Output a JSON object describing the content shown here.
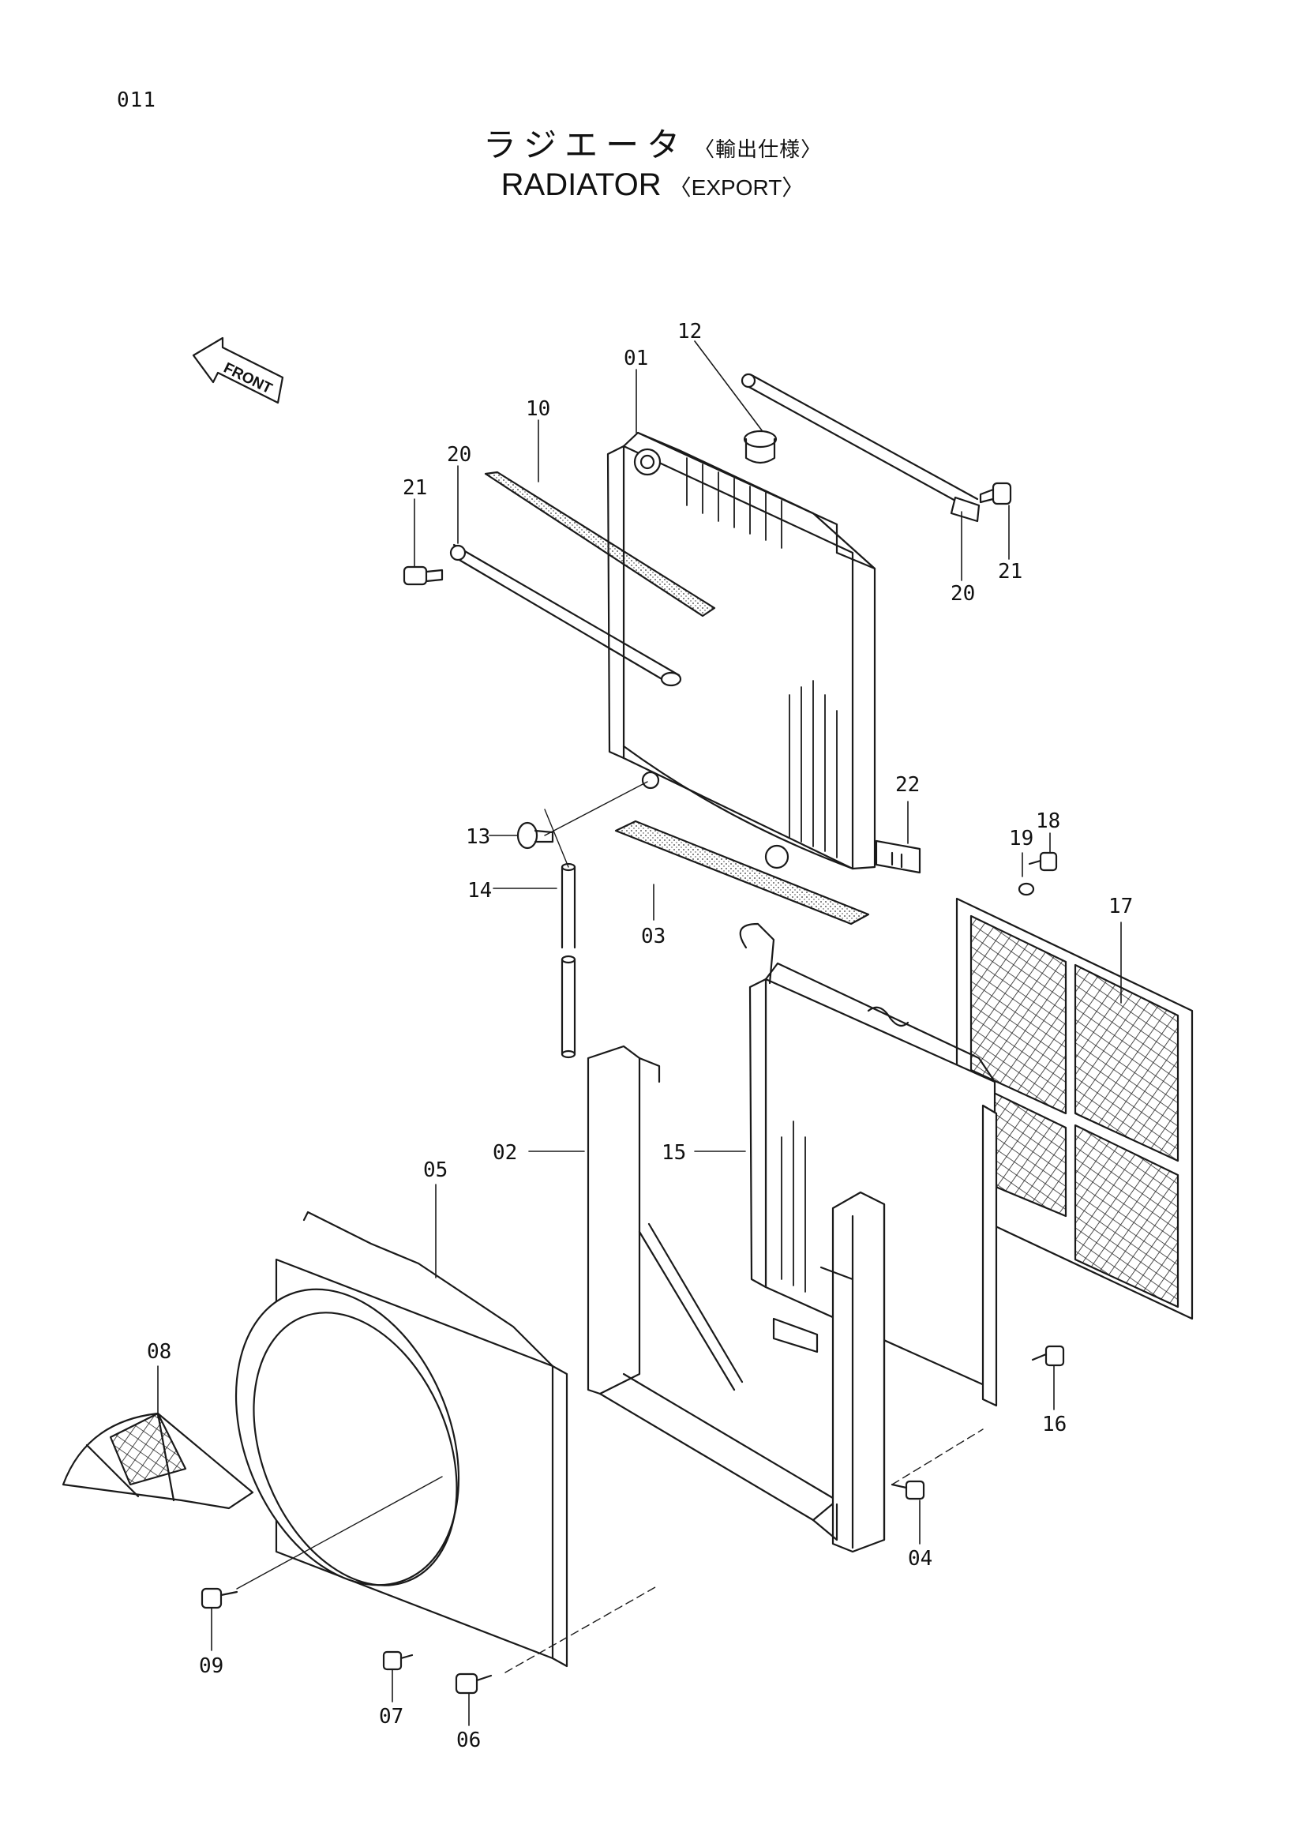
{
  "page_number": "011",
  "title": {
    "ja_main": "ラジエータ",
    "ja_sub": "〈輸出仕様〉",
    "en_main": "RADIATOR",
    "en_sub": "〈EXPORT〉"
  },
  "front_arrow_label": "FRONT",
  "callouts": {
    "c01": "01",
    "c02": "02",
    "c03": "03",
    "c04": "04",
    "c05": "05",
    "c06": "06",
    "c07": "07",
    "c08": "08",
    "c09": "09",
    "c10": "10",
    "c12": "12",
    "c13": "13",
    "c14": "14",
    "c15": "15",
    "c16": "16",
    "c17": "17",
    "c18": "18",
    "c19": "19",
    "c20a": "20",
    "c20b": "20",
    "c21a": "21",
    "c21b": "21",
    "c22": "22"
  }
}
